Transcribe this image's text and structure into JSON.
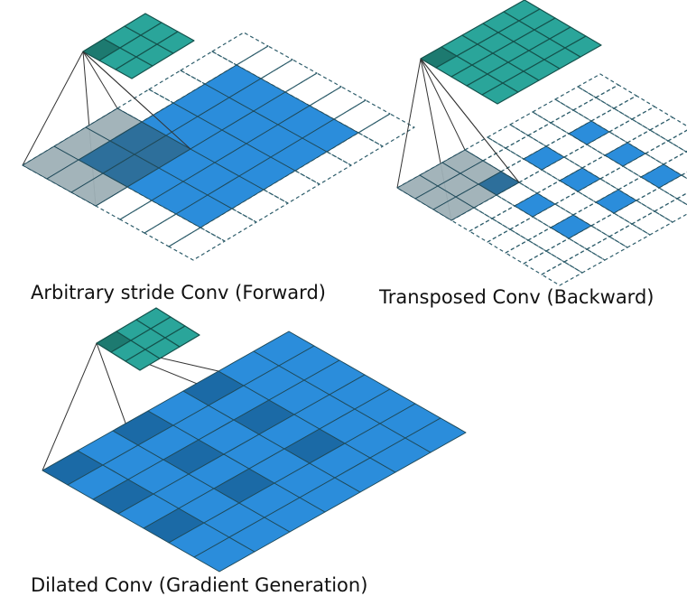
{
  "captions": {
    "forward": "Arbitrary stride Conv (Forward)",
    "backward": "Transposed Conv (Backward)",
    "dilated": "Dilated Conv (Gradient Generation)"
  },
  "diagrams": [
    {
      "id": "forward",
      "input_size": 5,
      "padding": 1,
      "stride": 2,
      "dilation": 1,
      "kernel": 3,
      "output_size": 3
    },
    {
      "id": "backward",
      "input_size": 3,
      "inserted_zeros": 1,
      "padding": 2,
      "kernel": 3,
      "output_size": 5
    },
    {
      "id": "dilated",
      "input_size": 7,
      "kernel": 3,
      "dilation": 2,
      "output_size": 3
    }
  ],
  "colors": {
    "input": "#2b8ddb",
    "input_highlight": "#1b6aa6",
    "output": "#2aa59a",
    "output_highlight": "#1d7a70",
    "kernel_overlay": "#9eb0b6",
    "kernel_overlay_dark": "#44758f",
    "grid_line": "#1f4a5a",
    "padding_line": "#2e5d6b"
  }
}
